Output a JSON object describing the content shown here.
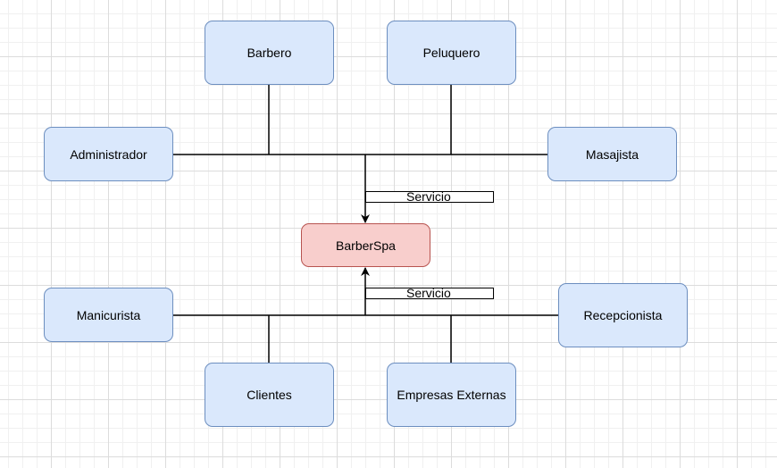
{
  "diagram": {
    "nodes": {
      "barbero": "Barbero",
      "peluquero": "Peluquero",
      "administrador": "Administrador",
      "masajista": "Masajista",
      "barberspa": "BarberSpa",
      "manicurista": "Manicurista",
      "recepcionista": "Recepcionista",
      "clientes": "Clientes",
      "empresas_externas": "Empresas Externas"
    },
    "edge_labels": {
      "top": "Servicio",
      "bottom": "Servicio"
    },
    "colors": {
      "actor_fill": "#dae8fc",
      "actor_stroke": "#6c8ebf",
      "system_fill": "#f8cecc",
      "system_stroke": "#b85450",
      "edge": "#000000"
    }
  }
}
